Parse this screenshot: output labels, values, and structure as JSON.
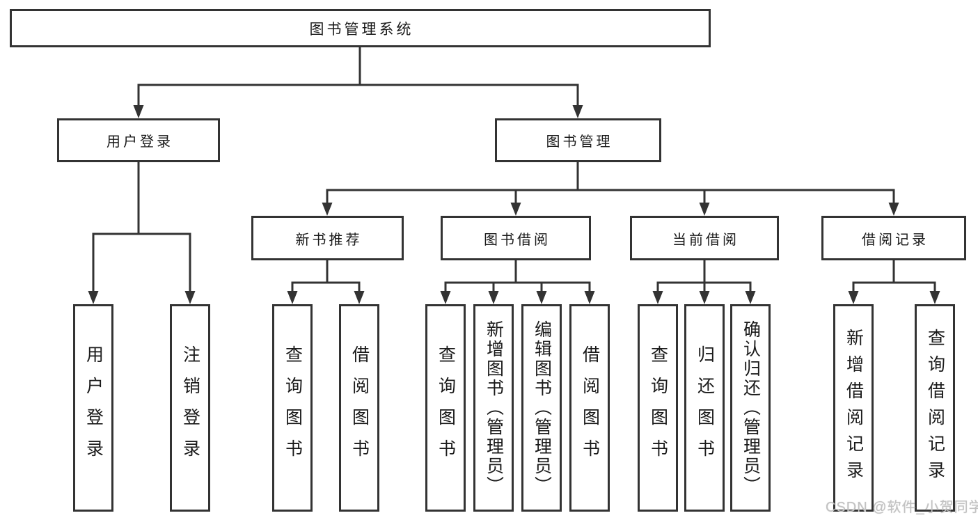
{
  "diagram": {
    "root": {
      "label": "图书管理系统"
    },
    "level2": [
      {
        "label": "用户登录"
      },
      {
        "label": "图书管理"
      }
    ],
    "level3": [
      {
        "label": "新书推荐"
      },
      {
        "label": "图书借阅"
      },
      {
        "label": "当前借阅"
      },
      {
        "label": "借阅记录"
      }
    ],
    "leaves": [
      {
        "label": "用户登录"
      },
      {
        "label": "注销登录"
      },
      {
        "label": "查询图书"
      },
      {
        "label": "借阅图书"
      },
      {
        "label": "查询图书"
      },
      {
        "label": "新增图书（管理员）"
      },
      {
        "label": "编辑图书（管理员）"
      },
      {
        "label": "借阅图书"
      },
      {
        "label": "查询图书"
      },
      {
        "label": "归还图书"
      },
      {
        "label": "确认归还（管理员）"
      },
      {
        "label": "新增借阅记录"
      },
      {
        "label": "查询借阅记录"
      }
    ],
    "colors": {
      "line": "#333333",
      "box_border": "#333333",
      "text": "#1a1a1a",
      "watermark": "#c2c2c2"
    }
  },
  "watermark": {
    "text": "CSDN @软件_小贺同学"
  }
}
